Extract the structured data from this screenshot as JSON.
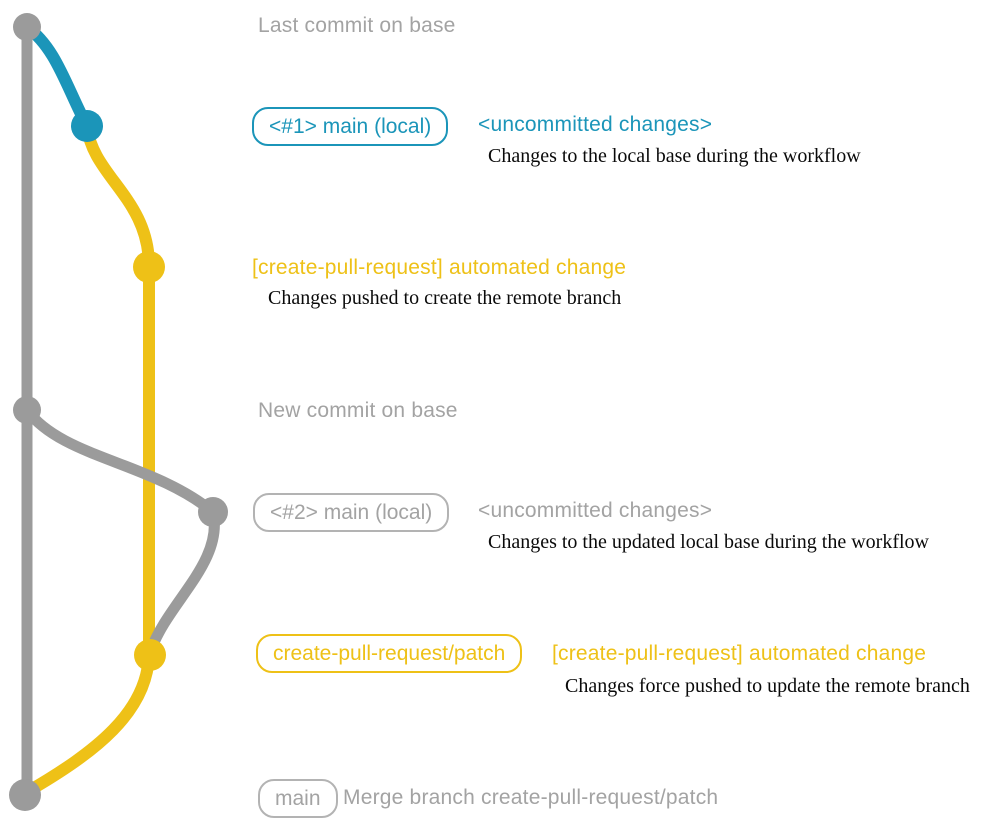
{
  "colors": {
    "graph_gray": "#9b9b9b",
    "text_gray": "#a3a3a3",
    "badge_gray": "#b3b3b3",
    "teal": "#1b95b9",
    "yellow": "#eec117",
    "ink": "#0a0a0a"
  },
  "graph": {
    "type": "git-graph",
    "branches": [
      {
        "name": "base",
        "color_key": "graph_gray",
        "commits": [
          "Last commit on base",
          "New commit on base",
          "Merge branch create-pull-request/patch"
        ]
      },
      {
        "name": "main-local-1",
        "color_key": "teal",
        "commits": [
          "<#1> main (local) <uncommitted changes>"
        ]
      },
      {
        "name": "create-pull-request/patch",
        "color_key": "yellow",
        "commits": [
          "[create-pull-request] automated change (push)",
          "[create-pull-request] automated change (force push)"
        ]
      },
      {
        "name": "main-local-2",
        "color_key": "graph_gray",
        "commits": [
          "<#2> main (local) <uncommitted changes>"
        ]
      }
    ]
  },
  "annotations": {
    "row1": {
      "title": "Last commit on base"
    },
    "row2": {
      "badge": "<#1> main (local)",
      "subtitle": "<uncommitted changes>",
      "description": "Changes to the local base during the workflow"
    },
    "row3": {
      "title": "[create-pull-request] automated change",
      "description": "Changes pushed to create the remote branch"
    },
    "row4": {
      "title": "New commit on base"
    },
    "row5": {
      "badge": "<#2> main (local)",
      "subtitle": "<uncommitted changes>",
      "description": "Changes to the updated local base during the workflow"
    },
    "row6": {
      "badge": "create-pull-request/patch",
      "title": "[create-pull-request] automated change",
      "description": "Changes force pushed to update the remote branch"
    },
    "row7": {
      "badge": "main",
      "title": "Merge branch create-pull-request/patch"
    }
  }
}
